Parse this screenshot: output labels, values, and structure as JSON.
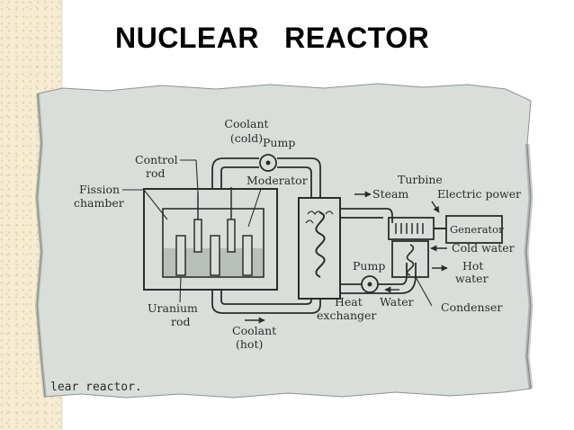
{
  "slide": {
    "title": "NUCLEAR   REACTOR"
  },
  "diagram": {
    "labels": {
      "coolant_cold_line1": "Coolant",
      "coolant_cold_line2": "(cold)",
      "pump_top": "Pump",
      "control_rod_line1": "Control",
      "control_rod_line2": "rod",
      "fission_chamber_line1": "Fission",
      "fission_chamber_line2": "chamber",
      "moderator": "Moderator",
      "turbine": "Turbine",
      "steam": "Steam",
      "electric_power": "Electric power",
      "generator": "Generator",
      "cold_water": "Cold water",
      "hot_water_line1": "Hot",
      "hot_water_line2": "water",
      "pump_bottom": "Pump",
      "heat_exchanger_line1": "Heat",
      "heat_exchanger_line2": "exchanger",
      "water": "Water",
      "condenser": "Condenser",
      "uranium_rod_line1": "Uranium",
      "uranium_rod_line2": "rod",
      "coolant_hot_line1": "Coolant",
      "coolant_hot_line2": "(hot)",
      "caption": "lear reactor."
    },
    "colors": {
      "paper": "#d9dedb",
      "ink": "#2a2e2a",
      "liquid": "#b9c0bc"
    }
  }
}
